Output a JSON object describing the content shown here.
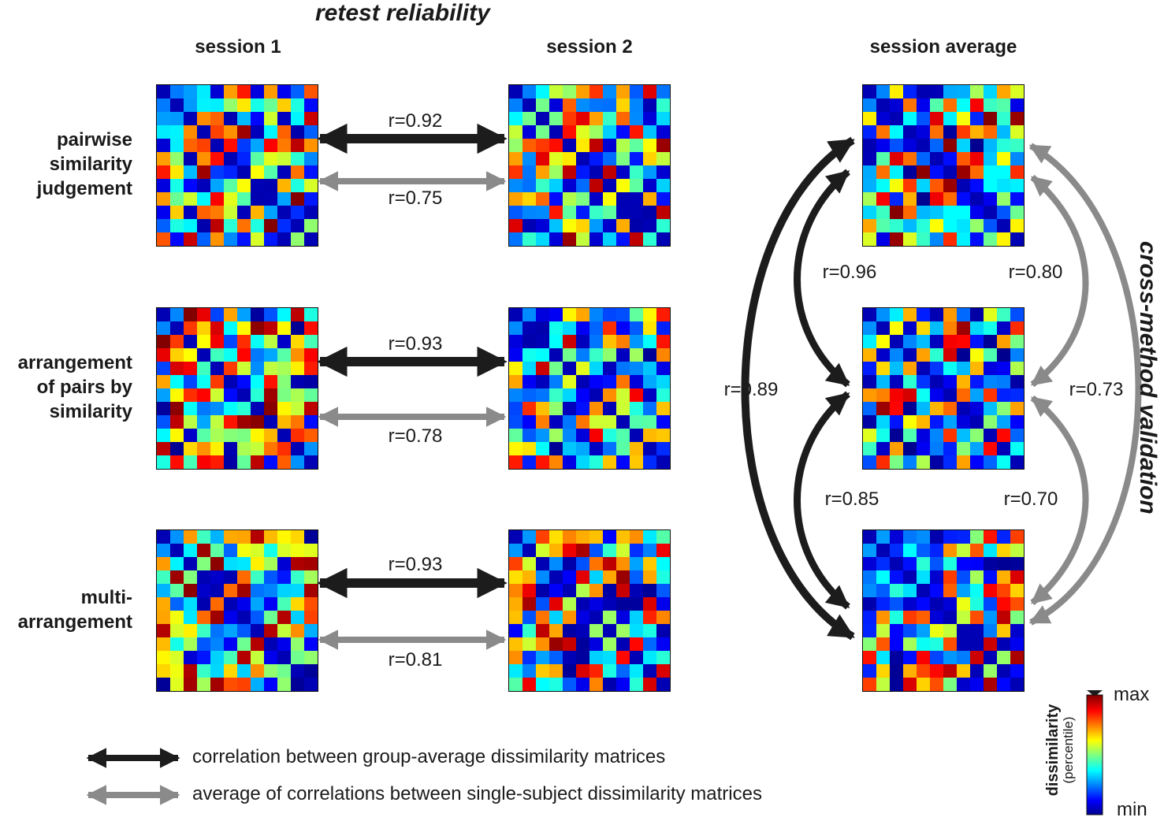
{
  "title": "retest reliability",
  "columns": {
    "session1": "session 1",
    "session2": "session 2",
    "average": "session average"
  },
  "rows": [
    {
      "line1": "pairwise",
      "line2": "similarity",
      "line3": "judgement"
    },
    {
      "line1": "arrangement",
      "line2": "of pairs by",
      "line3": "similarity"
    },
    {
      "line1": "multi-",
      "line2": "arrangement",
      "line3": ""
    }
  ],
  "retest": [
    {
      "group_r": "r=0.92",
      "single_r": "r=0.75"
    },
    {
      "group_r": "r=0.93",
      "single_r": "r=0.78"
    },
    {
      "group_r": "r=0.93",
      "single_r": "r=0.81"
    }
  ],
  "crossmethod": {
    "title": "cross-method validation",
    "group": {
      "pair12": "r=0.96",
      "pair23": "r=0.85",
      "pair13": "r=0.89"
    },
    "single": {
      "pair12": "r=0.80",
      "pair23": "r=0.70",
      "pair13": "r=0.73"
    }
  },
  "legend": {
    "black": "correlation between group-average dissimilarity matrices",
    "gray": "average of correlations between single-subject dissimilarity matrices"
  },
  "colorbar": {
    "title": "dissimilarity",
    "subtitle": "(percentile)",
    "max": "max",
    "min": "min"
  },
  "colors": {
    "black_arrow": "#1c1c1c",
    "gray_arrow": "#8a8a8a"
  }
}
